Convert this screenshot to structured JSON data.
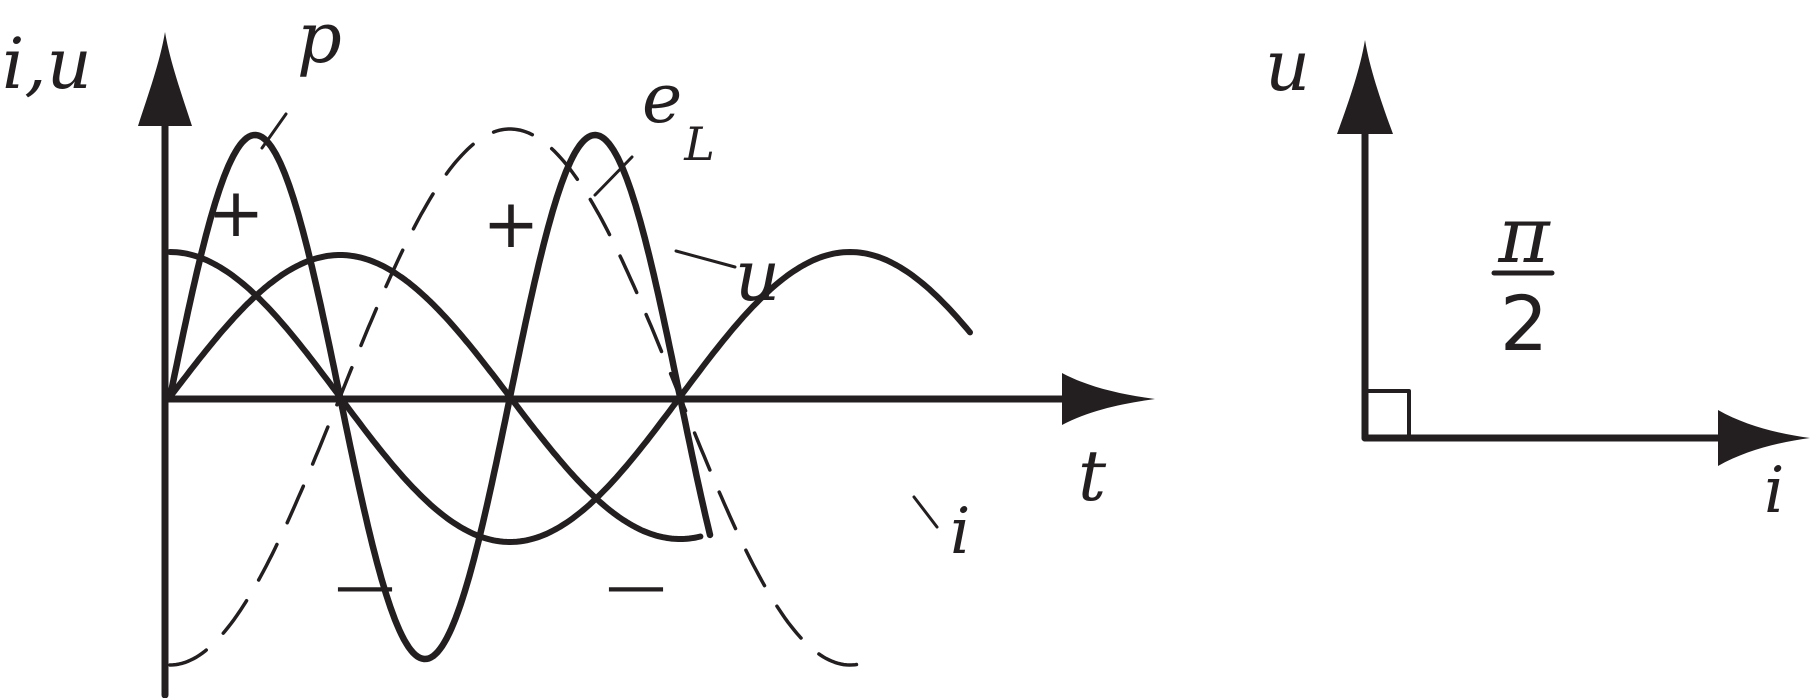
{
  "waveform": {
    "axis_y_label": "i,u",
    "axis_x_label": "t",
    "curves": [
      {
        "name": "p",
        "style": "solid",
        "periods": 2,
        "sign_markers": [
          "+",
          "−",
          "+",
          "−"
        ]
      },
      {
        "name": "e_L",
        "style": "dashed",
        "periods": 1
      },
      {
        "name": "u",
        "style": "solid",
        "periods": 1
      },
      {
        "name": "i",
        "style": "solid",
        "periods": 1
      }
    ],
    "labels": {
      "p": "p",
      "eL_base": "e",
      "eL_sub": "L",
      "u": "u",
      "i": "i"
    },
    "signs": {
      "plus_1": "+",
      "minus_1": "—",
      "plus_2": "+",
      "minus_2": "—"
    }
  },
  "phasor": {
    "axis_u_label": "u",
    "axis_i_label": "i",
    "angle_num": "π",
    "angle_den": "2"
  },
  "colors": {
    "ink": "#231f20",
    "background": "#ffffff"
  }
}
